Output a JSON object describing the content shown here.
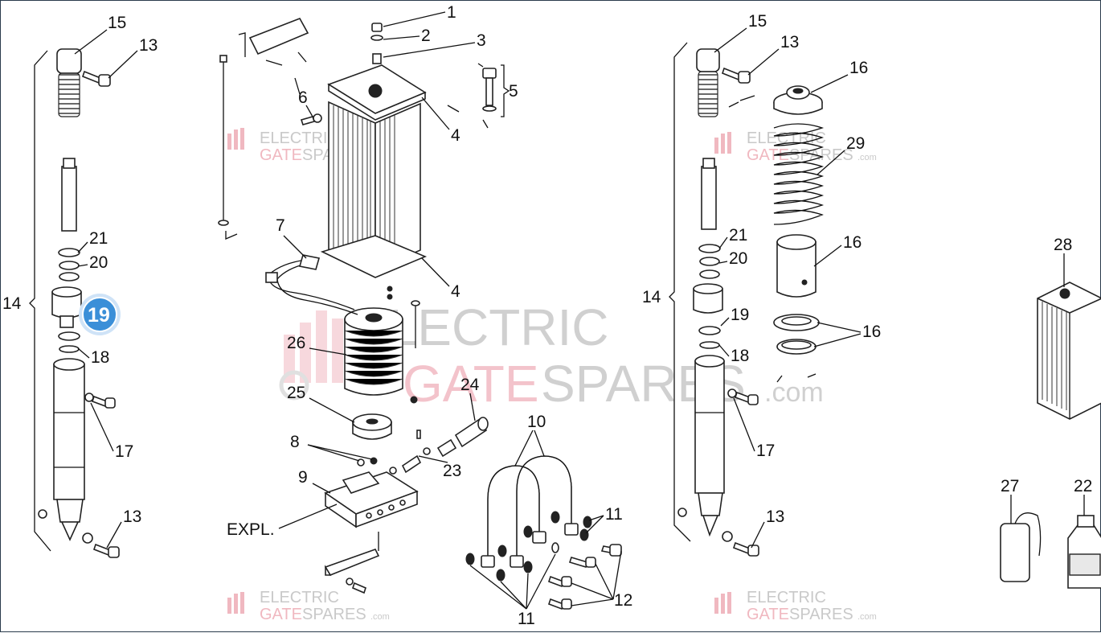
{
  "brand": {
    "word1": "ELECTRIC",
    "word2a": "GATE",
    "word2b": "SPARES",
    "suffix": ".com",
    "colors": {
      "grey": "#c8c8c8",
      "pink": "#f2b9c2"
    }
  },
  "highlight": {
    "label": "19",
    "color": "#3b8fd8"
  },
  "callouts": {
    "l15": "15",
    "l13a": "13",
    "l21": "21",
    "l20": "20",
    "l14": "14",
    "l18": "18",
    "l17": "17",
    "l13b": "13",
    "c1": "1",
    "c2": "2",
    "c3": "3",
    "c5": "5",
    "c6": "6",
    "c4a": "4",
    "c4b": "4",
    "c7": "7",
    "c26": "26",
    "c25": "25",
    "c24": "24",
    "c8": "8",
    "c23": "23",
    "c9": "9",
    "cexpl": "EXPL.",
    "c10": "10",
    "c11a": "11",
    "c11b": "11",
    "c12": "12",
    "r15": "15",
    "r13a": "13",
    "r16a": "16",
    "r29": "29",
    "r16b": "16",
    "r21": "21",
    "r20": "20",
    "r14": "14",
    "r19": "19",
    "r16c": "16",
    "r18": "18",
    "r17": "17",
    "r13b": "13",
    "p28": "28",
    "p27": "27",
    "p22": "22"
  }
}
